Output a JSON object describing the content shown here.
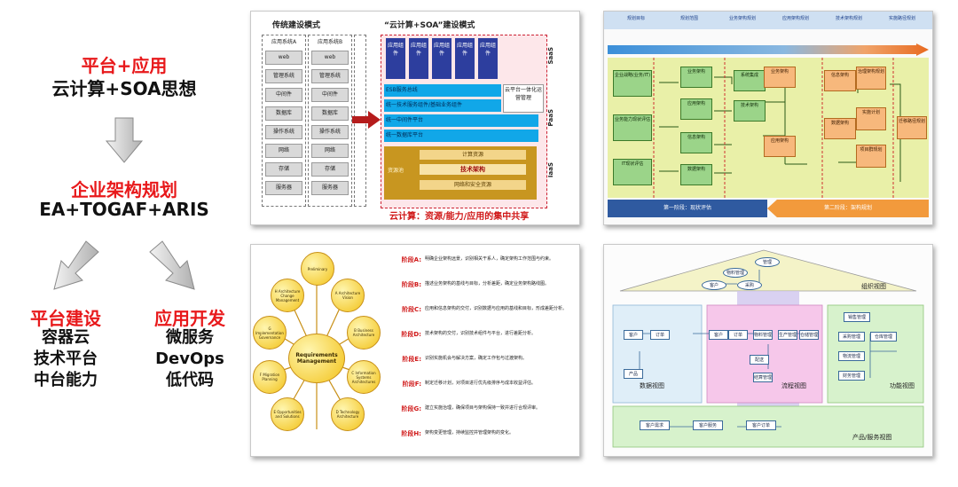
{
  "left": {
    "s1_title": "平台+应用",
    "s1_sub": "云计算+SOA思想",
    "s2_title": "企业架构规划",
    "s2_sub": "EA+TOGAF+ARIS",
    "s3_title": "平台建设",
    "s3_items": [
      "容器云",
      "技术平台",
      "中台能力"
    ],
    "s4_title": "应用开发",
    "s4_items": [
      "微服务",
      "DevOps",
      "低代码"
    ]
  },
  "panel1": {
    "left_title": "传统建设模式",
    "right_title": "“云计算+SOA”建设模式",
    "col_a": "应用系统A",
    "col_b": "应用系统B",
    "rows": [
      "web",
      "管理系统",
      "中间件",
      "数据库",
      "操作系统",
      "网络",
      "存储",
      "服务器"
    ],
    "app_component": "应用组件",
    "band1": "ESB服务总线",
    "band2": "统一技术服务组件/基础业务组件",
    "band3": "统一中间件平台",
    "band4": "统一数据库平台",
    "side_box": "云平台一体化运营管理",
    "iaas_1": "计算资源",
    "iaas_2": "资源池",
    "iaas_3": "技术架构",
    "iaas_4": "网络和安全资源",
    "saas": "SaaS",
    "paas": "PaaS",
    "iaas": "IaaS",
    "footer": "云计算：资源/能力/应用的集中共享"
  },
  "panel2": {
    "top_labels": [
      "规划目标",
      "规划范围",
      "业务架构规划",
      "应用架构规划",
      "技术架构规划",
      "实施路径规划"
    ],
    "left_boxes": [
      "企业战略(业务/IT)",
      "业务能力现状评估",
      "IT现状评估"
    ],
    "mid_boxes": [
      "业务架构",
      "应用架构",
      "信息架构",
      "数据架构",
      "系统集成",
      "技术架构"
    ],
    "right_boxes": [
      "治理架构规划",
      "实施计划",
      "项目群规划",
      "迁移路径规划"
    ],
    "phase1": "第一阶段：现状评估",
    "phase2": "第二阶段：架构规划"
  },
  "panel3": {
    "center": "Requirements Management",
    "nodes": [
      "Preliminary",
      "A Architecture Vision",
      "B Business Architecture",
      "C Information Systems Architectures",
      "D Technology Architecture",
      "E Opportunities and Solutions",
      "F Migration Planning",
      "G Implementation Governance",
      "H Architecture Change Management"
    ],
    "phases": [
      {
        "label": "阶段A:",
        "text": "明确企业架构远景，识别相关干系人，确定架构工作范围与约束。"
      },
      {
        "label": "阶段B:",
        "text": "描述业务架构的基线与目标，分析差距，确定业务架构路线图。"
      },
      {
        "label": "阶段C:",
        "text": "应用和信息架构的交付，识别数据与应用的基线和目标，形成差距分析。"
      },
      {
        "label": "阶段D:",
        "text": "技术架构的交付，识别技术组件与平台，进行差距分析。"
      },
      {
        "label": "阶段E:",
        "text": "识别实施机会与解决方案，确定工作包与过渡架构。"
      },
      {
        "label": "阶段F:",
        "text": "制定迁移计划，对项目进行优先级排序与成本收益评估。"
      },
      {
        "label": "阶段G:",
        "text": "建立实施治理，确保项目与架构保持一致并进行合规评审。"
      },
      {
        "label": "阶段H:",
        "text": "架构变更管理，持续监控并管理架构的变化。"
      }
    ]
  },
  "panel4": {
    "org_view": "组织视图",
    "data_view": "数据视图",
    "process_view": "流程视图",
    "function_view": "功能视图",
    "product_view": "产品/服务视图",
    "org_nodes": [
      "管理",
      "物料管理",
      "客户",
      "采购"
    ],
    "process_nodes": [
      "客户",
      "订单",
      "物料管理",
      "生产管理",
      "仓储管理",
      "配送",
      "结算管理"
    ],
    "function_nodes": [
      "销售管理",
      "采购管理",
      "仓库管理",
      "物流管理",
      "财务管理"
    ],
    "data_nodes": [
      "客户",
      "订单",
      "产品"
    ],
    "product_nodes": [
      "客户需求",
      "客户服务",
      "客户订单"
    ]
  }
}
